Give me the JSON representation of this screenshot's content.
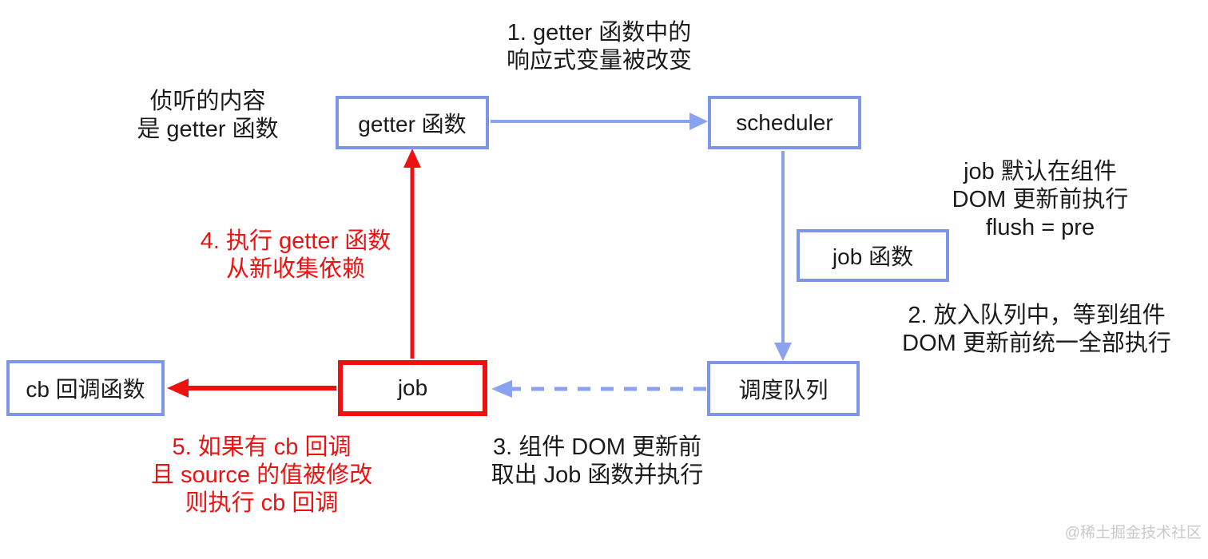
{
  "diagram": {
    "title_context": "watch / watchEffect scheduler flow diagram",
    "boxes": {
      "getter": {
        "label": "getter 函数"
      },
      "scheduler": {
        "label": "scheduler"
      },
      "job_fn": {
        "label": "job 函数"
      },
      "cb": {
        "label": "cb 回调函数"
      },
      "job": {
        "label": "job"
      },
      "queue": {
        "label": "调度队列"
      }
    },
    "annotations": {
      "step1": {
        "lines": [
          "1. getter 函数中的",
          "响应式变量被改变"
        ]
      },
      "watch_note": {
        "lines": [
          "侦听的内容",
          "是 getter 函数"
        ]
      },
      "step4": {
        "lines": [
          "4. 执行 getter 函数",
          "从新收集依赖"
        ]
      },
      "flush_note": {
        "lines": [
          "job 默认在组件",
          "DOM 更新前执行",
          "flush = pre"
        ]
      },
      "step2": {
        "lines": [
          "2. 放入队列中，等到组件",
          "DOM 更新前统一全部执行"
        ]
      },
      "step5": {
        "lines": [
          "5. 如果有 cb 回调",
          "且 source 的值被修改",
          "则执行 cb 回调"
        ]
      },
      "step3": {
        "lines": [
          "3. 组件 DOM 更新前",
          "取出 Job 函数并执行"
        ]
      }
    },
    "colors": {
      "box_border_blue": "#7f95ea",
      "arrow_blue": "#8aa2f0",
      "red": "#ec1212",
      "text_black": "#1b1b1b",
      "watermark_gray": "#c9c9c9",
      "background": "#ffffff"
    },
    "watermark": "@稀土掘金技术社区"
  }
}
